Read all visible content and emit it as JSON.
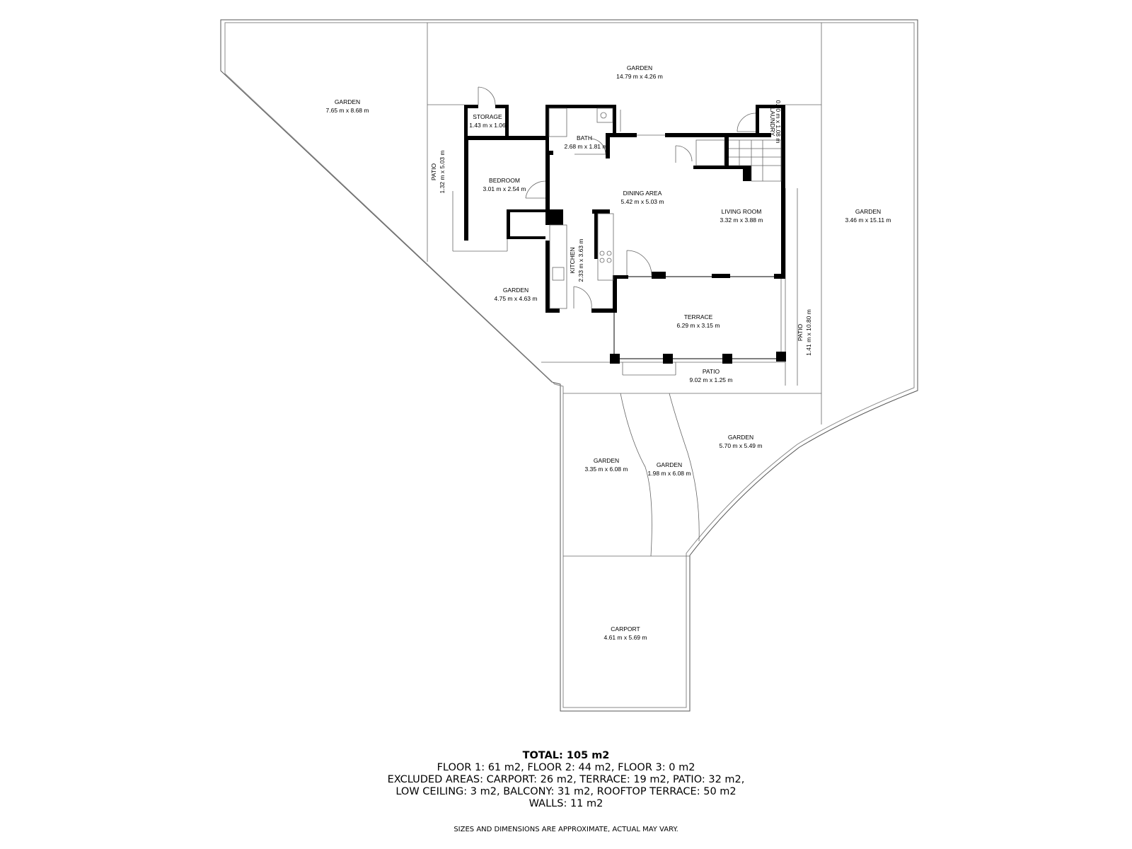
{
  "rooms": {
    "garden_nw": {
      "name": "GARDEN",
      "dims": "7.65 m x 8.68 m"
    },
    "garden_n": {
      "name": "GARDEN",
      "dims": "14.79 m x 4.26 m"
    },
    "storage": {
      "name": "STORAGE",
      "dims": "1.43 m x 1.06"
    },
    "bath": {
      "name": "BATH",
      "dims": "2.68 m x 1.81 m"
    },
    "laundry": {
      "name": "LAUNDRY",
      "dims": "0.70 m x 1.08 m"
    },
    "patio_w": {
      "name": "PATIO",
      "dims": "1.32 m x 5.03 m"
    },
    "bedroom": {
      "name": "BEDROOM",
      "dims": "3.01 m x 2.54 m"
    },
    "dining": {
      "name": "DINING AREA",
      "dims": "5.42 m x 5.03 m"
    },
    "living": {
      "name": "LIVING ROOM",
      "dims": "3.32 m x 3.88 m"
    },
    "garden_e": {
      "name": "GARDEN",
      "dims": "3.46 m x 15.11 m"
    },
    "kitchen": {
      "name": "KITCHEN",
      "dims": "2.33 m x 3.63 m"
    },
    "garden_mid": {
      "name": "GARDEN",
      "dims": "4.75 m x 4.63 m"
    },
    "terrace": {
      "name": "TERRACE",
      "dims": "6.29 m x 3.15 m"
    },
    "patio_e": {
      "name": "PATIO",
      "dims": "1.41 m x 10.80 m"
    },
    "patio_s": {
      "name": "PATIO",
      "dims": "9.02 m x 1.25 m"
    },
    "garden_se": {
      "name": "GARDEN",
      "dims": "5.70 m x 5.49 m"
    },
    "garden_sw": {
      "name": "GARDEN",
      "dims": "3.35 m x 6.08 m"
    },
    "garden_path": {
      "name": "GARDEN",
      "dims": "1.98 m x 6.08 m"
    },
    "carport": {
      "name": "CARPORT",
      "dims": "4.61 m x 5.69 m"
    }
  },
  "summary": {
    "total": "TOTAL: 105 m2",
    "line1": "FLOOR 1: 61 m2, FLOOR 2: 44 m2, FLOOR 3: 0 m2",
    "line2": "EXCLUDED AREAS: CARPORT: 26 m2, TERRACE: 19 m2, PATIO: 32 m2,",
    "line3": "LOW CEILING: 3 m2, BALCONY: 31 m2, ROOFTOP TERRACE: 50 m2",
    "line4": "WALLS: 11 m2"
  },
  "disclaimer": "SIZES AND DIMENSIONS ARE APPROXIMATE, ACTUAL MAY VARY."
}
